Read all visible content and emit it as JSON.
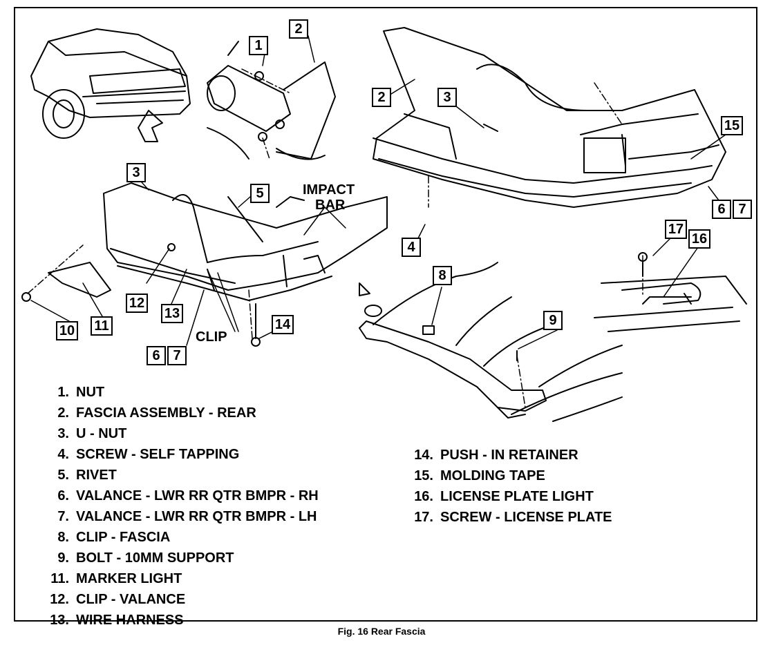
{
  "callouts": {
    "c1": "1",
    "c2a": "2",
    "c2b": "2",
    "c3a": "3",
    "c3b": "3",
    "c4": "4",
    "c5": "5",
    "c6a": "6",
    "c7a": "7",
    "c6b": "6",
    "c7b": "7",
    "c8": "8",
    "c9": "9",
    "c10": "10",
    "c11": "11",
    "c12": "12",
    "c13": "13",
    "c14": "14",
    "c15": "15",
    "c16": "16",
    "c17": "17"
  },
  "labels": {
    "impact_bar_1": "IMPACT",
    "impact_bar_2": "BAR",
    "clip": "CLIP"
  },
  "legend_left": [
    {
      "num": "1.",
      "text": "NUT"
    },
    {
      "num": "2.",
      "text": "FASCIA ASSEMBLY - REAR"
    },
    {
      "num": "3.",
      "text": "U - NUT"
    },
    {
      "num": "4.",
      "text": "SCREW - SELF TAPPING"
    },
    {
      "num": "5.",
      "text": "RIVET"
    },
    {
      "num": "6.",
      "text": "VALANCE - LWR RR QTR BMPR - RH"
    },
    {
      "num": "7.",
      "text": "VALANCE - LWR RR QTR BMPR - LH"
    },
    {
      "num": "8.",
      "text": "CLIP - FASCIA"
    },
    {
      "num": "9.",
      "text": "BOLT - 10MM SUPPORT"
    },
    {
      "num": "11.",
      "text": "MARKER LIGHT"
    },
    {
      "num": "12.",
      "text": "CLIP - VALANCE"
    },
    {
      "num": "13.",
      "text": "WIRE HARNESS"
    }
  ],
  "legend_right": [
    {
      "num": "14.",
      "text": "PUSH - IN RETAINER"
    },
    {
      "num": "15.",
      "text": "MOLDING TAPE"
    },
    {
      "num": "16.",
      "text": "LICENSE PLATE LIGHT"
    },
    {
      "num": "17.",
      "text": "SCREW - LICENSE PLATE"
    }
  ],
  "caption": "Fig. 16 Rear Fascia"
}
